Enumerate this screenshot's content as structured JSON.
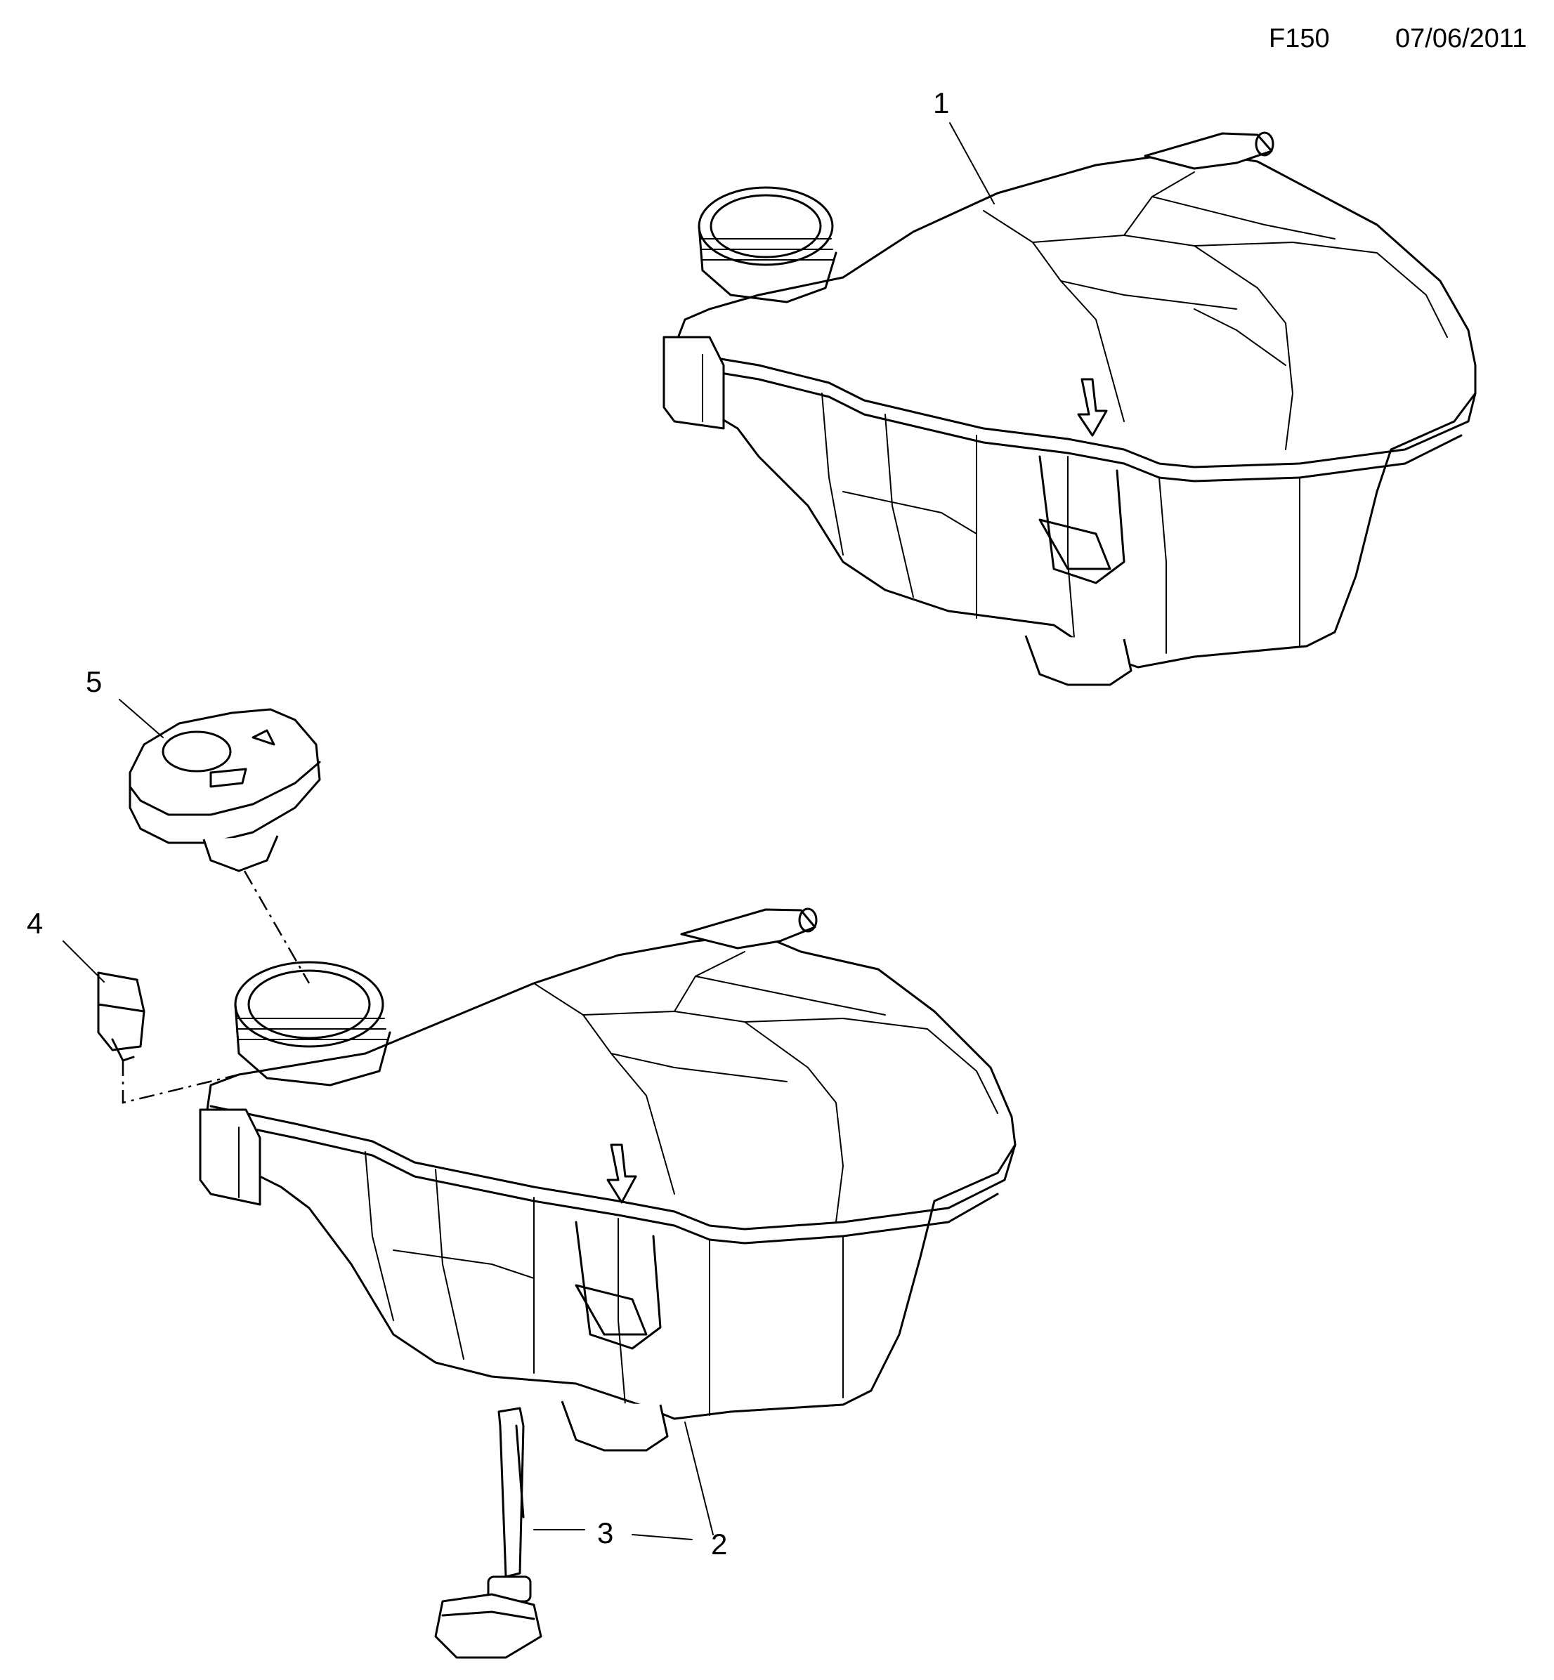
{
  "header": {
    "code": "F150",
    "date": "07/06/2011"
  },
  "callouts": [
    {
      "id": "1",
      "label": "1"
    },
    {
      "id": "2",
      "label": "2"
    },
    {
      "id": "3",
      "label": "3"
    },
    {
      "id": "4",
      "label": "4"
    },
    {
      "id": "5",
      "label": "5"
    }
  ],
  "parts": {
    "upper_tank": "coolant-expansion-tank",
    "lower_tank": "coolant-expansion-tank",
    "cap": "filler-cap",
    "clip": "retaining-clip",
    "sensor": "level-sensor"
  }
}
